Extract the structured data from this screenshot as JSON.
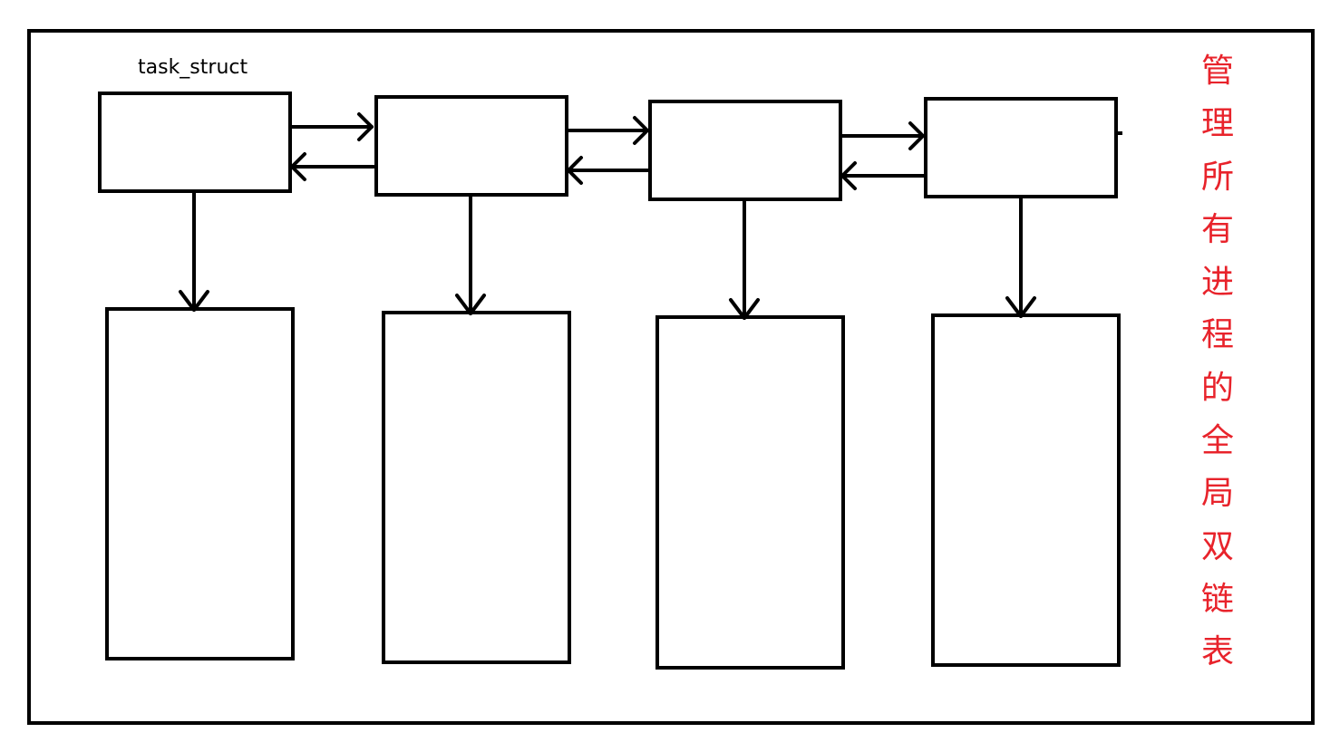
{
  "diagram": {
    "struct_label": "task_struct",
    "caption_chars": [
      "管",
      "理",
      "所",
      "有",
      "进",
      "程",
      "的",
      "全",
      "局",
      "双",
      "链",
      "表"
    ],
    "colors": {
      "stroke": "#000000",
      "caption": "#e8232b"
    }
  }
}
